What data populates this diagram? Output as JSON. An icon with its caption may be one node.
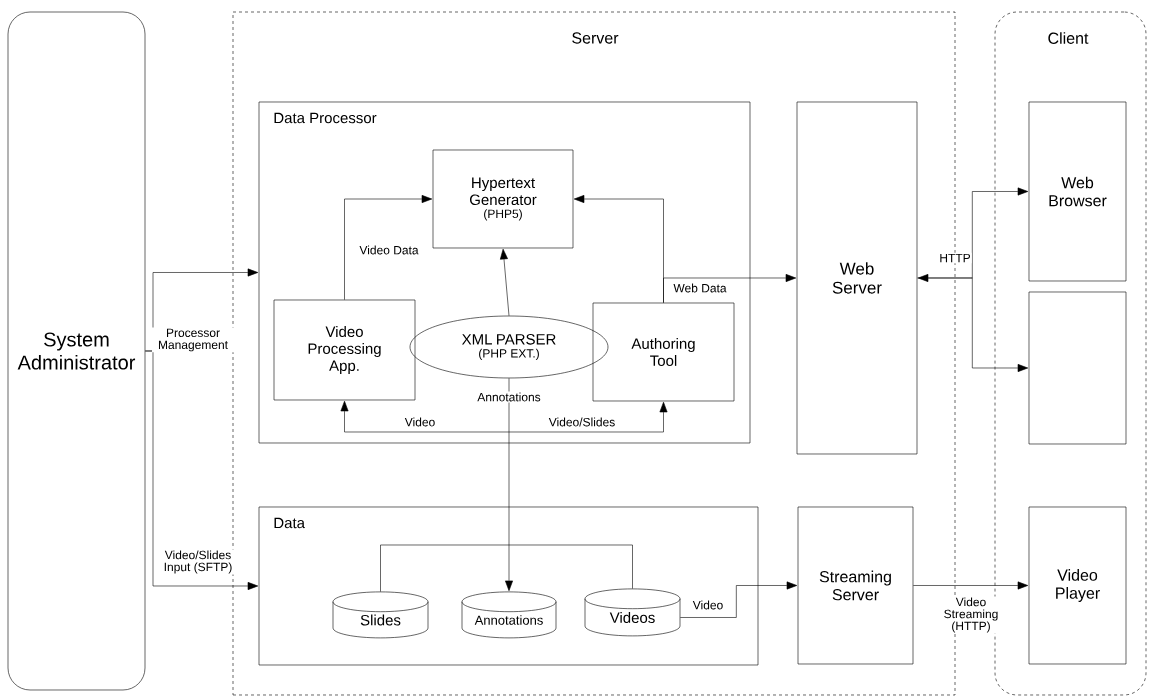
{
  "diagram": {
    "nodes": [
      {
        "text": [
          "System Administrator"
        ]
      },
      {
        "text": [
          "Server"
        ]
      },
      {
        "text": [
          "Client"
        ]
      },
      {
        "text": [
          "Data Processor"
        ],
        "in": 1
      },
      {
        "text": [
          "Hypertext Generator",
          "(PHP5)"
        ],
        "in": 3
      },
      {
        "text": [
          "Video Processing App."
        ],
        "in": 3
      },
      {
        "text": [
          "XML PARSER",
          "(PHP EXT.)"
        ],
        "in": 3
      },
      {
        "text": [
          "Authoring Tool"
        ],
        "in": 3
      },
      {
        "text": [
          "Web Server"
        ],
        "in": 1
      },
      {
        "text": [
          "Data"
        ],
        "in": 1
      },
      {
        "text": [
          "Slides"
        ],
        "in": 9
      },
      {
        "text": [
          "Annotations"
        ],
        "in": 9
      },
      {
        "text": [
          "Videos"
        ],
        "in": 9
      },
      {
        "text": [
          "Streaming Server"
        ],
        "in": 1
      },
      {
        "text": [
          "Web Browser"
        ],
        "in": 2
      },
      {
        "text": [],
        "shape": "box",
        "in": 2
      },
      {
        "text": [
          "Video Player"
        ],
        "in": 2
      }
    ],
    "edges": [
      {
        "from": 0,
        "to": 3,
        "arrow": "to",
        "label": "Processor Management"
      },
      {
        "from": 0,
        "to": 9,
        "arrow": "to",
        "label": "Video/Slides Input (SFTP)"
      },
      {
        "from": 5,
        "to": 4,
        "arrow": "to",
        "label": "Video Data"
      },
      {
        "from": 6,
        "to": 4,
        "arrow": "to"
      },
      {
        "from": 7,
        "to": 4,
        "arrow": "to"
      },
      {
        "from": 7,
        "to": 8,
        "arrow": "to",
        "label": "Web Data"
      },
      {
        "from": 8,
        "to": 14,
        "arrow": "both",
        "label": "HTTP"
      },
      {
        "from": 8,
        "to": 15,
        "arrow": "to"
      },
      {
        "from": 6,
        "to": 11,
        "arrow": "to",
        "label": "Annotations"
      },
      {
        "from": null,
        "to": 5,
        "arrow": "to",
        "label": "Video"
      },
      {
        "from": null,
        "to": 7,
        "arrow": "to",
        "label": "Video/Slides"
      },
      {
        "from": 10,
        "to": 12,
        "arrow": "none"
      },
      {
        "from": 12,
        "to": 13,
        "arrow": "to",
        "label": "Video"
      },
      {
        "from": 13,
        "to": 16,
        "arrow": "to",
        "label": "Video Streaming (HTTP)"
      }
    ]
  }
}
